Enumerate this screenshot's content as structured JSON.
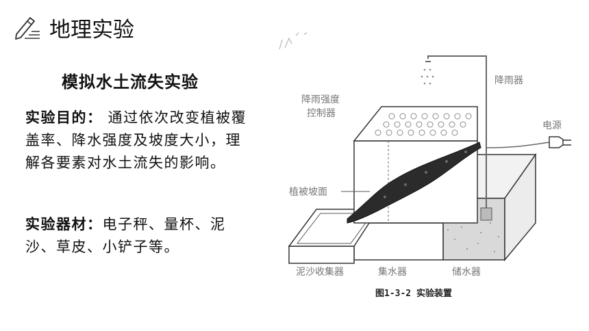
{
  "header": {
    "title": "地理实验",
    "icon": "pencil-lines-icon"
  },
  "subtitle": "模拟水土流失实验",
  "purpose": {
    "label": "实验目的：",
    "text": "  通过依次改变植被覆盖率、降水强度及坡度大小，理解各要素对水土流失的影响。"
  },
  "equipment": {
    "label": "实验器材：",
    "text": "电子秤、量杯、泥沙、草皮、小铲子等。"
  },
  "figure": {
    "labels": {
      "rain_intensity_line1": "降雨强度",
      "rain_intensity_line2": "控制器",
      "rainer": "降雨器",
      "power": "电源",
      "slope": "植被坡面",
      "sediment_collector": "泥沙收集器",
      "water_collector": "集水器",
      "storage": "储水器"
    },
    "caption": "图1-3-2  实验装置"
  }
}
